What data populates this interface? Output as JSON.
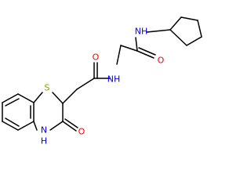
{
  "colors": {
    "background": "#ffffff",
    "bond": "#000000",
    "N": "#0000ff",
    "O": "#ff0000",
    "S": "#999900"
  },
  "molecule": {
    "atoms": [
      {
        "id": "a1",
        "element": "N",
        "label": "NH"
      },
      {
        "id": "a2",
        "element": "O",
        "label": "O"
      },
      {
        "id": "a3",
        "element": "N",
        "label": "NH"
      },
      {
        "id": "a4",
        "element": "O",
        "label": "O"
      },
      {
        "id": "a5",
        "element": "S",
        "label": "S"
      },
      {
        "id": "a6",
        "element": "N",
        "label": "N"
      },
      {
        "id": "a7",
        "element": "N",
        "label": "H"
      },
      {
        "id": "a8",
        "element": "O",
        "label": "O"
      }
    ]
  }
}
